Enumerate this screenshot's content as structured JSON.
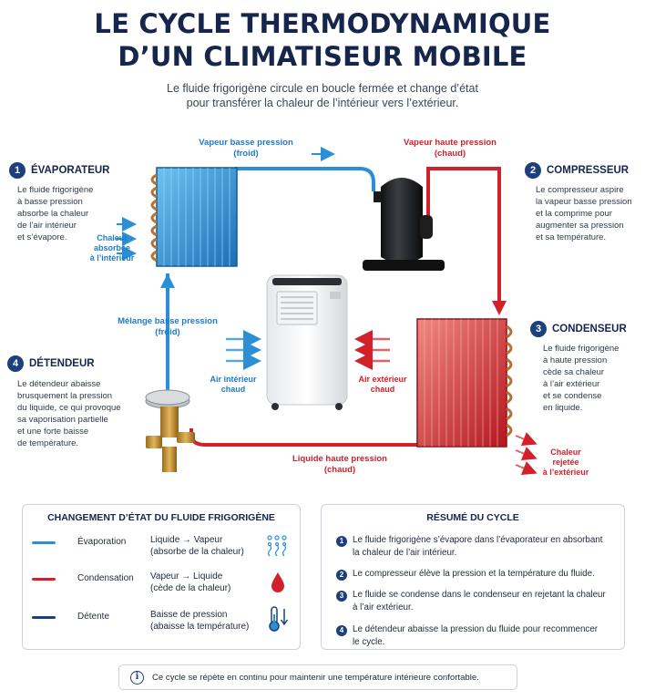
{
  "title_line1": "LE CYCLE THERMODYNAMIQUE",
  "title_line2": "D’UN CLIMATISEUR MOBILE",
  "subtitle_line1": "Le fluide frigorigène circule en boucle fermée et change d’état",
  "subtitle_line2": "pour transférer la chaleur de l’intérieur vers l’extérieur.",
  "steps": [
    {
      "num": "1",
      "title": "ÉVAPORATEUR",
      "desc": [
        "Le fluide frigorigène",
        "à basse pression",
        "absorbe la chaleur",
        "de l’air intérieur",
        "et s’évapore."
      ]
    },
    {
      "num": "2",
      "title": "COMPRESSEUR",
      "desc": [
        "Le compresseur aspire",
        "la vapeur basse pression",
        "et la comprime pour",
        "augmenter sa pression",
        "et sa température."
      ]
    },
    {
      "num": "3",
      "title": "CONDENSEUR",
      "desc": [
        "Le fluide frigorigène",
        "à haute pression",
        "cède sa chaleur",
        "à l’air extérieur",
        "et se condense",
        "en liquide."
      ]
    },
    {
      "num": "4",
      "title": "DÉTENDEUR",
      "desc": [
        "Le détendeur abaisse",
        "brusquement la pression",
        "du liquide, ce qui provoque",
        "sa vaporisation partielle",
        "et une forte baisse",
        "de température."
      ]
    }
  ],
  "flows": {
    "vapor_low": {
      "line1": "Vapeur basse pression",
      "line2": "(froid)"
    },
    "vapor_high": {
      "line1": "Vapeur haute pression",
      "line2": "(chaud)"
    },
    "liquid_high": {
      "line1": "Liquide haute pression",
      "line2": "(chaud)"
    },
    "mix_low": {
      "line1": "Mélange basse pression",
      "line2": "(froid)"
    }
  },
  "labels": {
    "heat_absorbed": [
      "Chaleur",
      "absorbée",
      "à l’intérieur"
    ],
    "heat_rejected": [
      "Chaleur",
      "rejetée",
      "à l’extérieur"
    ],
    "indoor_air": [
      "Air intérieur",
      "chaud"
    ],
    "outdoor_air": [
      "Air extérieur",
      "chaud"
    ]
  },
  "legend": {
    "title": "CHANGEMENT D’ÉTAT DU FLUIDE FRIGORIGÈNE",
    "rows": [
      {
        "name": "Évaporation",
        "desc1": "Liquide → Vapeur",
        "desc2": "(absorbe de la chaleur)",
        "color": "#2a8fd4",
        "icon": "evaporation-icon"
      },
      {
        "name": "Condensation",
        "desc1": "Vapeur → Liquide",
        "desc2": "(cède de la chaleur)",
        "color": "#d3212c",
        "icon": "drop-icon"
      },
      {
        "name": "Détente",
        "desc1": "Baisse de pression",
        "desc2": "(abaisse la température)",
        "color": "#1d3f7c",
        "icon": "thermometer-icon"
      }
    ]
  },
  "summary": {
    "title": "RÉSUMÉ DU CYCLE",
    "items": [
      {
        "num": "1",
        "line1": "Le fluide frigorigène s’évapore dans l’évaporateur en absorbant",
        "line2": "la chaleur de l’air intérieur."
      },
      {
        "num": "2",
        "line1": "Le compresseur élève la pression et la température du fluide.",
        "line2": ""
      },
      {
        "num": "3",
        "line1": "Le fluide se condense dans le condenseur en rejetant la chaleur",
        "line2": "à l’air extérieur."
      },
      {
        "num": "4",
        "line1": "Le détendeur abaisse la pression du fluide pour recommencer",
        "line2": "le cycle."
      }
    ]
  },
  "footer_note": "Ce cycle se répète en continu pour maintenir une température intérieure confortable.",
  "colors": {
    "navy": "#15254c",
    "blue": "#2a8fd4",
    "red": "#d3212c",
    "dark_blue": "#1d3f7c"
  }
}
